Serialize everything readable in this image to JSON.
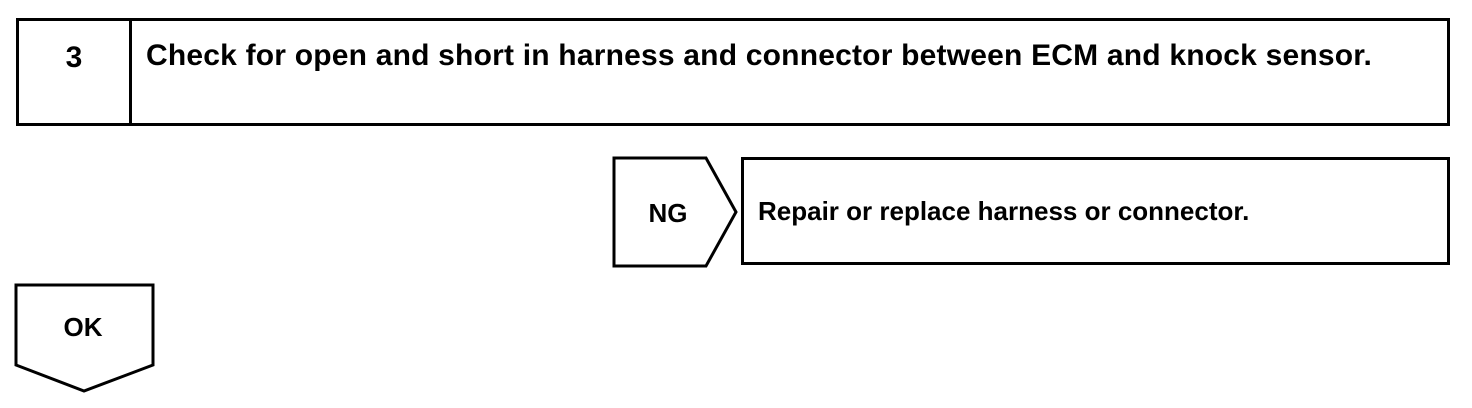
{
  "step": {
    "number": "3",
    "title": "Check for open and short in harness and connector between ECM and knock sensor."
  },
  "ng_branch": {
    "label": "NG",
    "action": "Repair or replace harness or connector."
  },
  "ok_branch": {
    "label": "OK"
  }
}
